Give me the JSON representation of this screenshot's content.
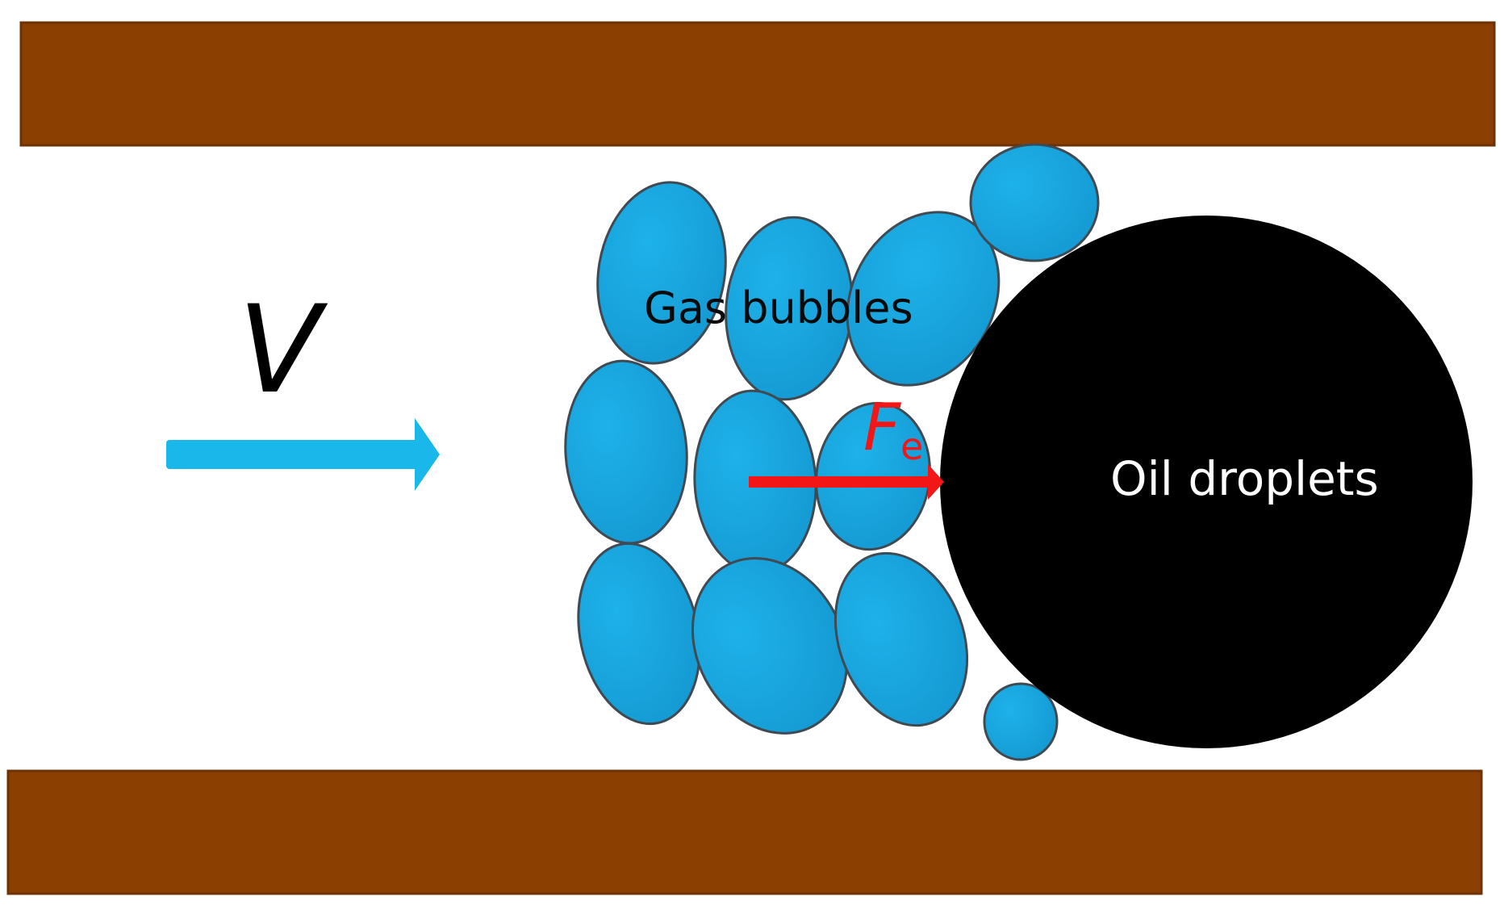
{
  "labels": {
    "velocity": "V",
    "gas_bubbles": "Gas bubbles",
    "oil_droplets": "Oil droplets",
    "force_symbol": "F",
    "force_subscript": "e"
  },
  "colors": {
    "channel_wall": "#8B3F00",
    "gas_bubble_fill": "#1AA6DF",
    "gas_bubble_stroke": "#3F4A52",
    "oil_droplet_fill": "#000000",
    "velocity_arrow": "#1AB7EA",
    "force_arrow": "#F21616",
    "velocity_label": "#000000",
    "gas_label": "#0A0A0A",
    "oil_label": "#FFFFFF",
    "force_label": "#F21616"
  }
}
